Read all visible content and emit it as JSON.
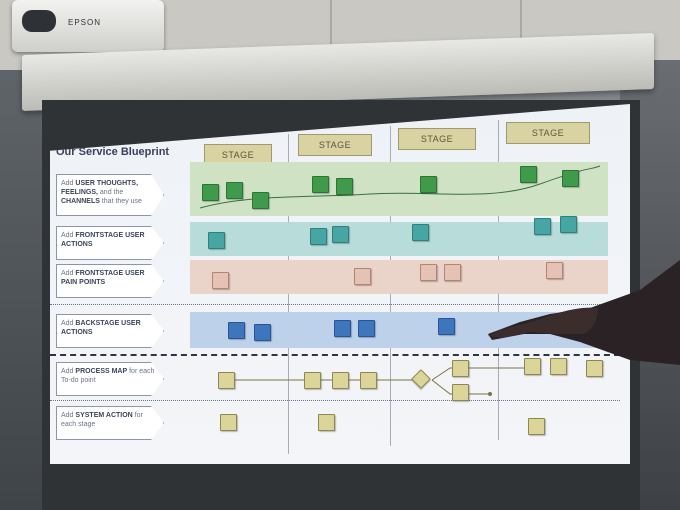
{
  "slide": {
    "title": "Our Service Blueprint",
    "stages": [
      "STAGE",
      "STAGE",
      "STAGE",
      "STAGE"
    ],
    "rows": [
      {
        "prefix": "Add",
        "strong1": "USER THOUGHTS,",
        "strong2": "FEELINGS,",
        "mid": "and the",
        "strong3": "CHANNELS",
        "suffix": "that they use",
        "color": "#3f9a4b"
      },
      {
        "prefix": "Add",
        "strong": "FRONTSTAGE USER ACTIONS",
        "color": "#45a6a3"
      },
      {
        "prefix": "Add",
        "strong": "FRONTSTAGE USER PAIN POINTS",
        "color": "#e6c2b5"
      },
      {
        "prefix": "Add",
        "strong": "BACKSTAGE USER ACTIONS",
        "color": "#3e76bd"
      },
      {
        "prefix": "Add",
        "strong": "PROCESS MAP",
        "suffix": "for each To-do point",
        "color": "#dcd59a"
      },
      {
        "prefix": "Add",
        "strong": "SYSTEM ACTION",
        "suffix": "for each stage",
        "color": "#dcd59a"
      }
    ]
  },
  "projector": {
    "brand": "EPSON"
  }
}
